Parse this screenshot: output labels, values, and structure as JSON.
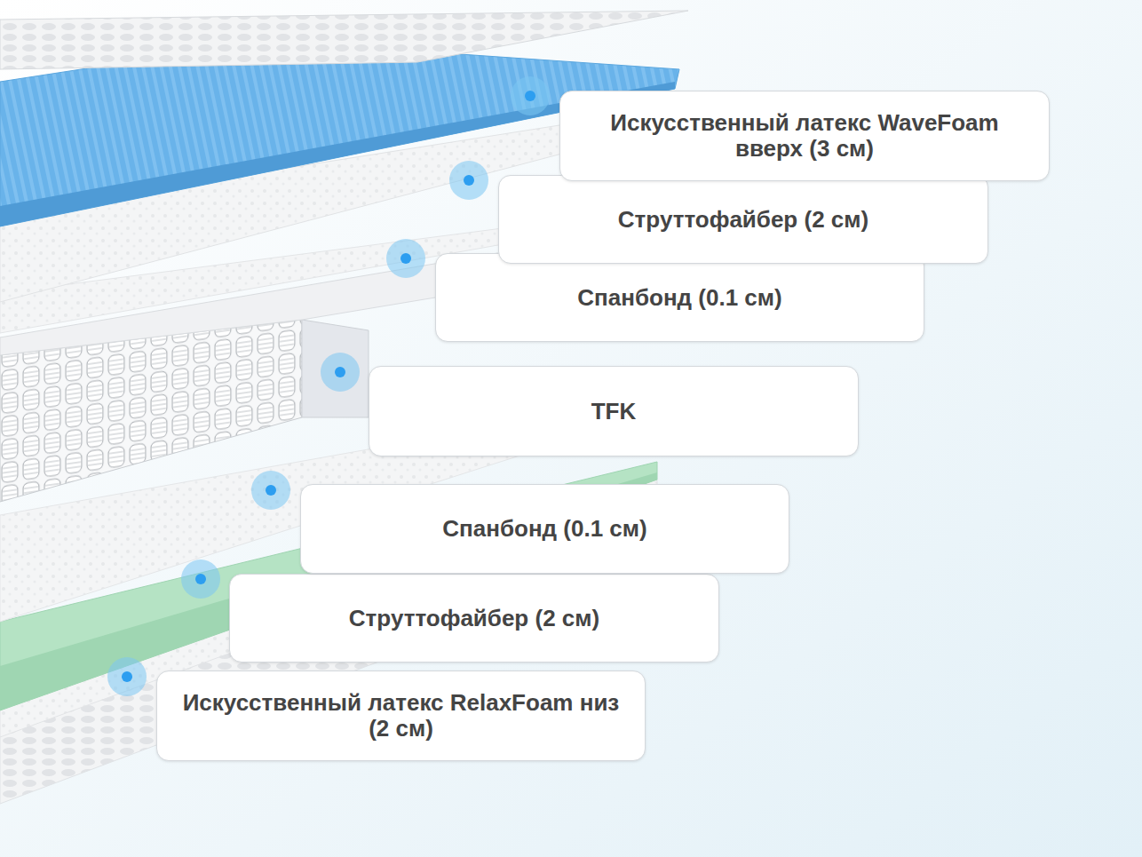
{
  "diagram": {
    "nodes": [
      {
        "text": [
          "Искусственный латекс WaveFoam вверх (3 см)"
        ]
      },
      {
        "text": [
          "Струттофайбер (2 см)"
        ]
      },
      {
        "text": [
          "Спанбонд (0.1 см)"
        ]
      },
      {
        "text": [
          "TFK"
        ]
      },
      {
        "text": [
          "Спанбонд (0.1 см)"
        ]
      },
      {
        "text": [
          "Струттофайбер (2 см)"
        ]
      },
      {
        "text": [
          "Искусственный латекс RelaxFoam низ (2 см)"
        ]
      }
    ]
  }
}
